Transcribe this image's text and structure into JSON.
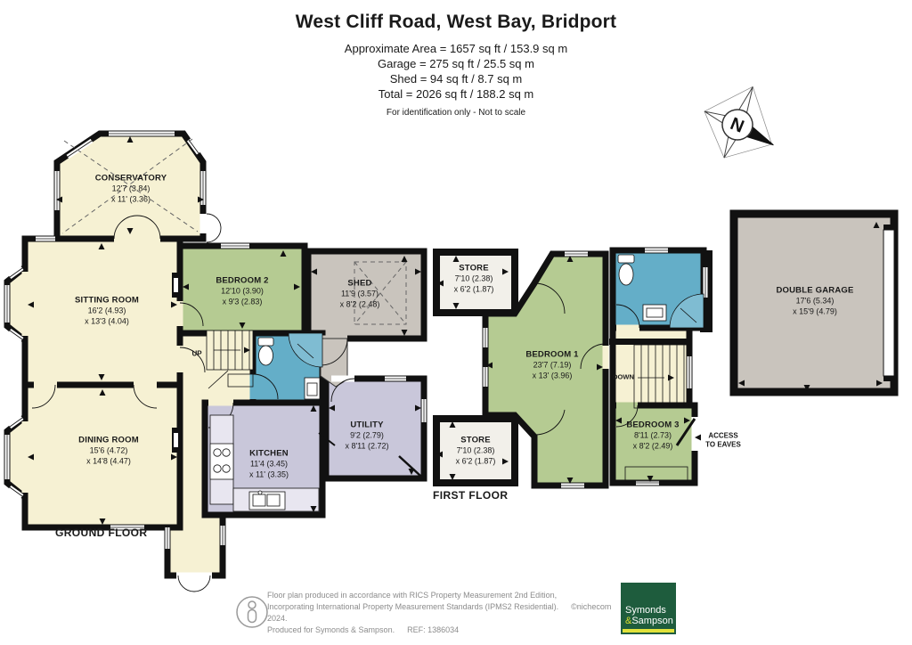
{
  "header": {
    "title": "West Cliff Road, West Bay, Bridport",
    "area_line": "Approximate Area = 1657 sq ft / 153.9 sq m",
    "garage_line": "Garage = 275 sq ft / 25.5 sq m",
    "shed_line": "Shed = 94 sq ft / 8.7 sq m",
    "total_line": "Total = 2026 sq ft / 188.2 sq m",
    "note": "For identification only - Not to scale"
  },
  "compass": {
    "label": "N"
  },
  "floors": {
    "ground": {
      "label": "GROUND FLOOR"
    },
    "first": {
      "label": "FIRST FLOOR"
    }
  },
  "rooms": {
    "conservatory": {
      "name": "CONSERVATORY",
      "dim1": "12'7 (3.84)",
      "dim2": "x 11' (3.36)"
    },
    "sitting": {
      "name": "SITTING ROOM",
      "dim1": "16'2 (4.93)",
      "dim2": "x 13'3 (4.04)"
    },
    "bedroom2": {
      "name": "BEDROOM 2",
      "dim1": "12'10 (3.90)",
      "dim2": "x 9'3 (2.83)"
    },
    "shed": {
      "name": "SHED",
      "dim1": "11'9 (3.57)",
      "dim2": "x 8'2 (2.48)"
    },
    "dining": {
      "name": "DINING ROOM",
      "dim1": "15'6 (4.72)",
      "dim2": "x 14'8 (4.47)"
    },
    "kitchen": {
      "name": "KITCHEN",
      "dim1": "11'4 (3.45)",
      "dim2": "x 11' (3.35)"
    },
    "utility": {
      "name": "UTILITY",
      "dim1": "9'2 (2.79)",
      "dim2": "x 8'11 (2.72)"
    },
    "store_top": {
      "name": "STORE",
      "dim1": "7'10 (2.38)",
      "dim2": "x 6'2 (1.87)"
    },
    "store_bottom": {
      "name": "STORE",
      "dim1": "7'10 (2.38)",
      "dim2": "x 6'2 (1.87)"
    },
    "bedroom1": {
      "name": "BEDROOM 1",
      "dim1": "23'7 (7.19)",
      "dim2": "x 13' (3.96)"
    },
    "bedroom3": {
      "name": "BEDROOM 3",
      "dim1": "8'11 (2.73)",
      "dim2": "x 8'2 (2.49)"
    },
    "garage": {
      "name": "DOUBLE GARAGE",
      "dim1": "17'6 (5.34)",
      "dim2": "x 15'9 (4.79)"
    }
  },
  "annotations": {
    "up": "UP",
    "down": "DOWN",
    "access_line1": "ACCESS",
    "access_line2": "TO EAVES"
  },
  "footer": {
    "line1": "Floor plan produced in accordance with RICS Property Measurement 2nd Edition,",
    "line2": "Incorporating International Property Measurement Standards (IPMS2 Residential).",
    "copyright": "©nichecom 2024.",
    "line3": "Produced for Symonds & Sampson.",
    "ref": "REF: 1386034",
    "logo_line1": "Symonds",
    "logo_amp": "&",
    "logo_line2": "Sampson"
  },
  "colors": {
    "wall": "#111111",
    "cream": "#F6F1D3",
    "green": "#B5CB92",
    "lavender": "#C9C7DA",
    "blue": "#64AEC8",
    "grey_room": "#C9C4BD",
    "store": "#F2F0EA",
    "logo_green": "#1E5C3D",
    "logo_yellow": "#E0E13A",
    "footer_text": "#8C8C8C"
  }
}
